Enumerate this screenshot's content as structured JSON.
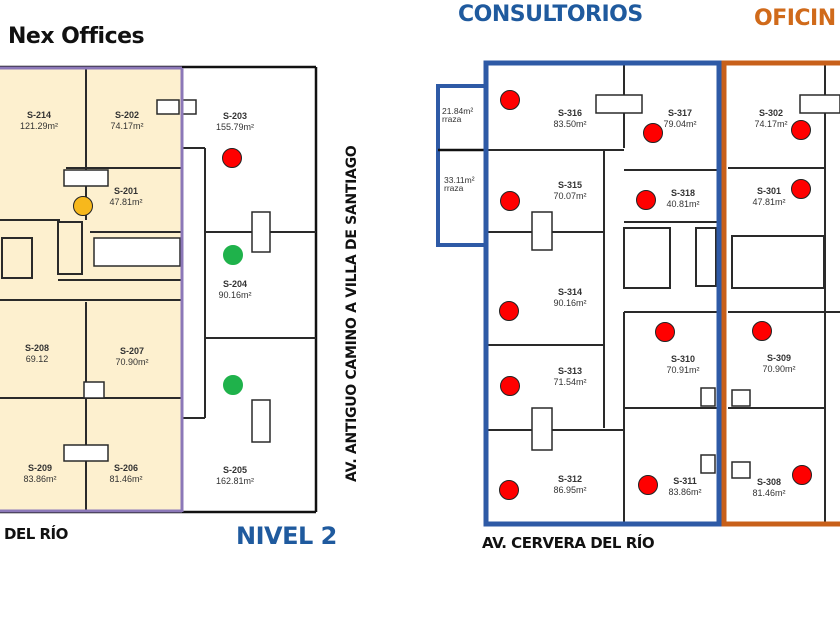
{
  "title": "Nex Offices",
  "headers": {
    "consultorios": "CONSULTORIOS",
    "oficinas": "OFICIN"
  },
  "colors": {
    "level2_occupied_fill": "#fdf0cf",
    "level2_border": "#8c78b8",
    "consultorios_border": "#2e5aa6",
    "oficinas_border": "#c8601a",
    "status_red": "#ff0000",
    "status_green": "#1fb24b",
    "status_yellow": "#f7b81c",
    "nivel_label": "#1f5a9e"
  },
  "streets": {
    "left_bottom": "DEL RÍO",
    "vertical": "AV. ANTIGUO CAMINO A VILLA DE SANTIAGO",
    "right_bottom": "AV. CERVERA DEL RÍO"
  },
  "level_label": "NIVEL 2",
  "level2_rooms": [
    {
      "id": "S-214",
      "area": "121.29m²"
    },
    {
      "id": "S-202",
      "area": "74.17m²"
    },
    {
      "id": "S-201",
      "area": "47.81m²",
      "status": "yellow"
    },
    {
      "id": "S-203",
      "area": "155.79m²",
      "status": "red"
    },
    {
      "id": "S-204",
      "area": "90.16m²",
      "status": "green"
    },
    {
      "id": "S-208",
      "area": "69.12"
    },
    {
      "id": "S-207",
      "area": "70.90m²"
    },
    {
      "id": "S-209",
      "area": "83.86m²"
    },
    {
      "id": "S-206",
      "area": "81.46m²"
    },
    {
      "id": "S-205",
      "area": "162.81m²",
      "status": "green"
    }
  ],
  "level3_terraces": [
    {
      "label": "rraza",
      "area": "21.84m²"
    },
    {
      "label": "rraza",
      "area": "33.11m²"
    }
  ],
  "level3_consultorios": [
    {
      "id": "S-316",
      "area": "83.50m²",
      "status": "red"
    },
    {
      "id": "S-317",
      "area": "79.04m²",
      "status": "red"
    },
    {
      "id": "S-315",
      "area": "70.07m²",
      "status": "red"
    },
    {
      "id": "S-318",
      "area": "40.81m²",
      "status": "red"
    },
    {
      "id": "S-314",
      "area": "90.16m²",
      "status": "red"
    },
    {
      "id": "S-313",
      "area": "71.54m²",
      "status": "red"
    },
    {
      "id": "S-310",
      "area": "70.91m²",
      "status": "red"
    },
    {
      "id": "S-312",
      "area": "86.95m²",
      "status": "red"
    },
    {
      "id": "S-311",
      "area": "83.86m²",
      "status": "red"
    }
  ],
  "level3_oficinas": [
    {
      "id": "S-302",
      "area": "74.17m²",
      "status": "red"
    },
    {
      "id": "S-301",
      "area": "47.81m²",
      "status": "red"
    },
    {
      "id": "S-309",
      "area": "70.90m²",
      "status": "red"
    },
    {
      "id": "S-308",
      "area": "81.46m²",
      "status": "red"
    }
  ]
}
